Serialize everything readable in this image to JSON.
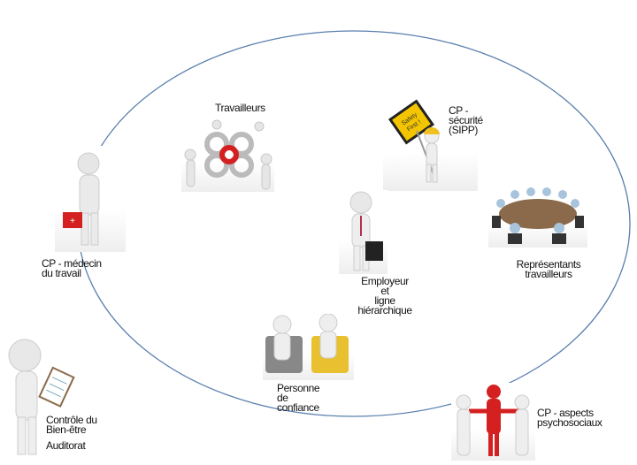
{
  "colors": {
    "ring": "#5a7fae",
    "figure": "#e8e8e8",
    "accent_red": "#d42020",
    "sign_yellow": "#f3c500"
  },
  "nodes": [
    {
      "id": "travailleurs",
      "lines": [
        "Travailleurs"
      ],
      "icon": "gears-team-icon"
    },
    {
      "id": "cp-securite",
      "lines": [
        "CP -",
        "sécurité",
        "(SIPP)"
      ],
      "sign_text": "Safety First !",
      "icon": "safety-sign-icon"
    },
    {
      "id": "cp-medecin",
      "lines": [
        "CP - médecin",
        "du travail"
      ],
      "icon": "doctor-first-aid-icon"
    },
    {
      "id": "employeur",
      "lines": [
        "Employeur",
        "et",
        "ligne",
        "hiérarchique"
      ],
      "icon": "businessman-briefcase-icon"
    },
    {
      "id": "representants",
      "lines": [
        "Représentants",
        "travailleurs"
      ],
      "icon": "meeting-table-icon"
    },
    {
      "id": "personne-confiance",
      "lines": [
        "Personne",
        "de",
        "confiance"
      ],
      "icon": "conversation-chairs-icon"
    },
    {
      "id": "controle",
      "lines": [
        "Contrôle du",
        "Bien-être"
      ],
      "extra": "Auditorat",
      "icon": "clipboard-inspector-icon"
    },
    {
      "id": "cp-psycho",
      "lines": [
        "CP - aspects",
        "psychosociaux"
      ],
      "icon": "group-circle-icon"
    }
  ]
}
